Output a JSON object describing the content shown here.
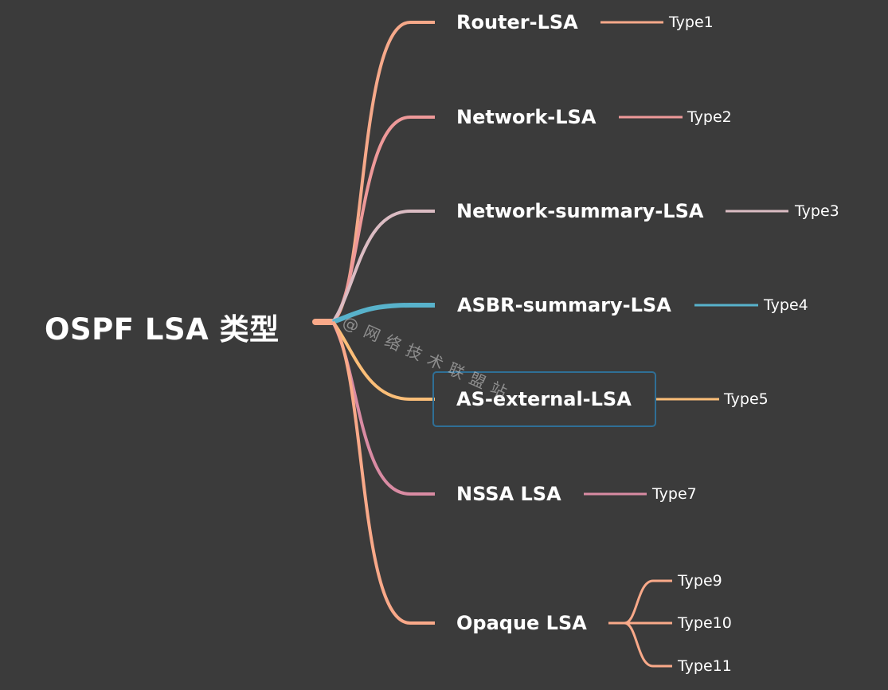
{
  "root": {
    "label": "OSPF LSA 类型"
  },
  "watermark": "@网络技术联盟站",
  "branches": [
    {
      "label": "Router-LSA",
      "color": "#f6a98a",
      "leaves": [
        "Type1"
      ]
    },
    {
      "label": "Network-LSA",
      "color": "#ee9999",
      "leaves": [
        "Type2"
      ]
    },
    {
      "label": "Network-summary-LSA",
      "color": "#dbbcc3",
      "leaves": [
        "Type3"
      ]
    },
    {
      "label": "ASBR-summary-LSA",
      "color": "#58b2cb",
      "leaves": [
        "Type4"
      ]
    },
    {
      "label": "AS-external-LSA",
      "color": "#fbbe78",
      "leaves": [
        "Type5"
      ],
      "selected": true
    },
    {
      "label": "NSSA LSA",
      "color": "#d98ba3",
      "leaves": [
        "Type7"
      ]
    },
    {
      "label": "Opaque LSA",
      "color": "#f9a989",
      "leaves": [
        "Type9",
        "Type10",
        "Type11"
      ]
    }
  ]
}
